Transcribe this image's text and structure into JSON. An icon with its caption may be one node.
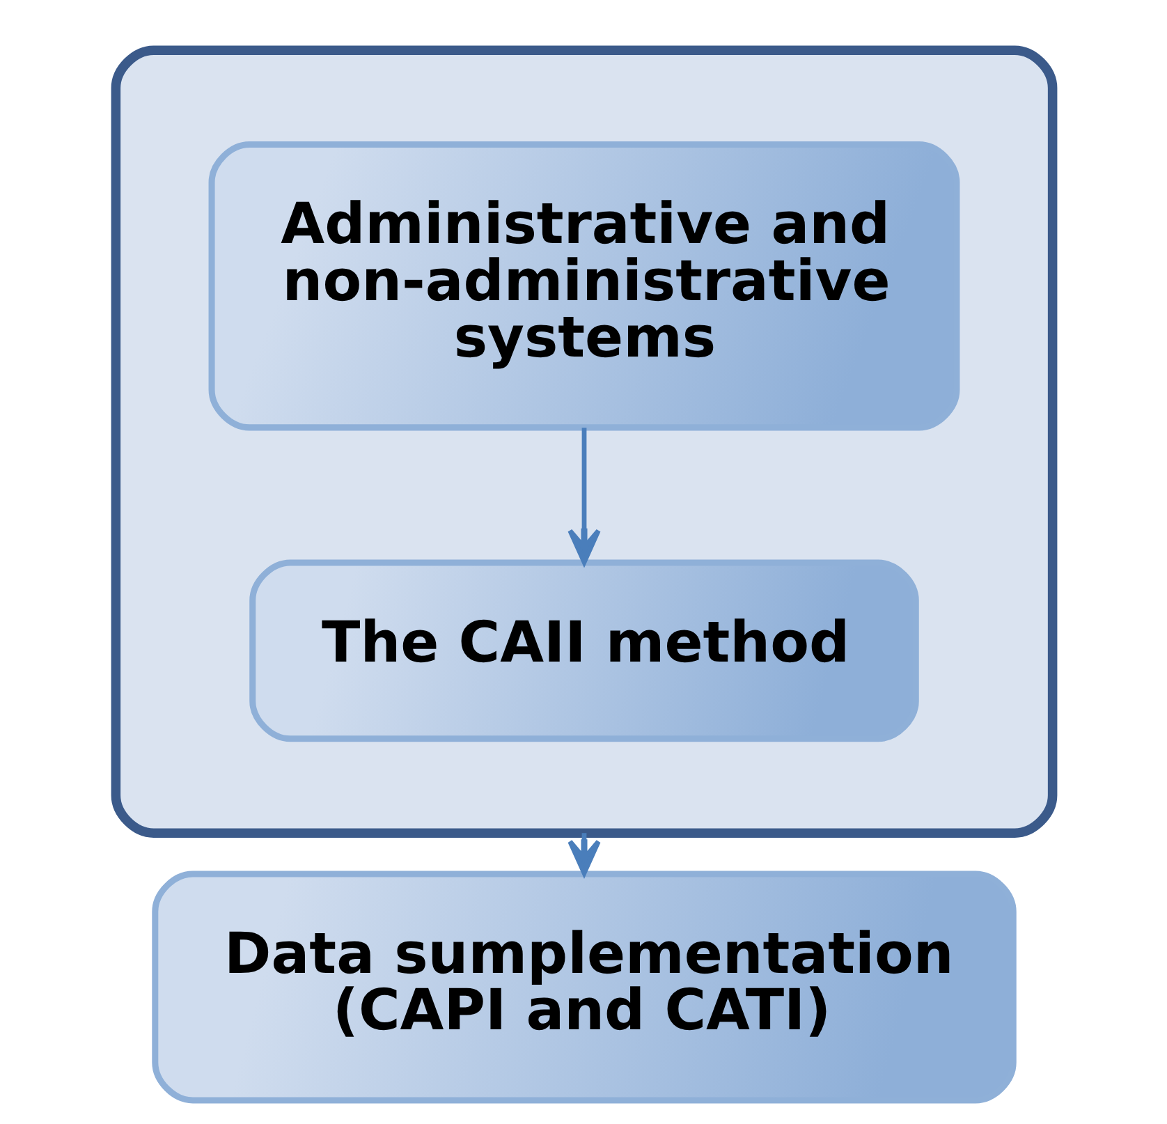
{
  "diagram": {
    "nodes": [
      {
        "text": [],
        "shape": "box"
      },
      {
        "text": [
          "Administrative and non-administrative systems"
        ],
        "in": 0
      },
      {
        "text": [
          "The CAII method"
        ],
        "in": 0
      },
      {
        "text": [
          "Data sumplementation (CAPI and CATI)"
        ]
      }
    ],
    "edges": [
      {
        "from": 1,
        "to": 2,
        "arrow": "to"
      },
      {
        "from": 0,
        "to": 3,
        "arrow": "to"
      }
    ]
  }
}
